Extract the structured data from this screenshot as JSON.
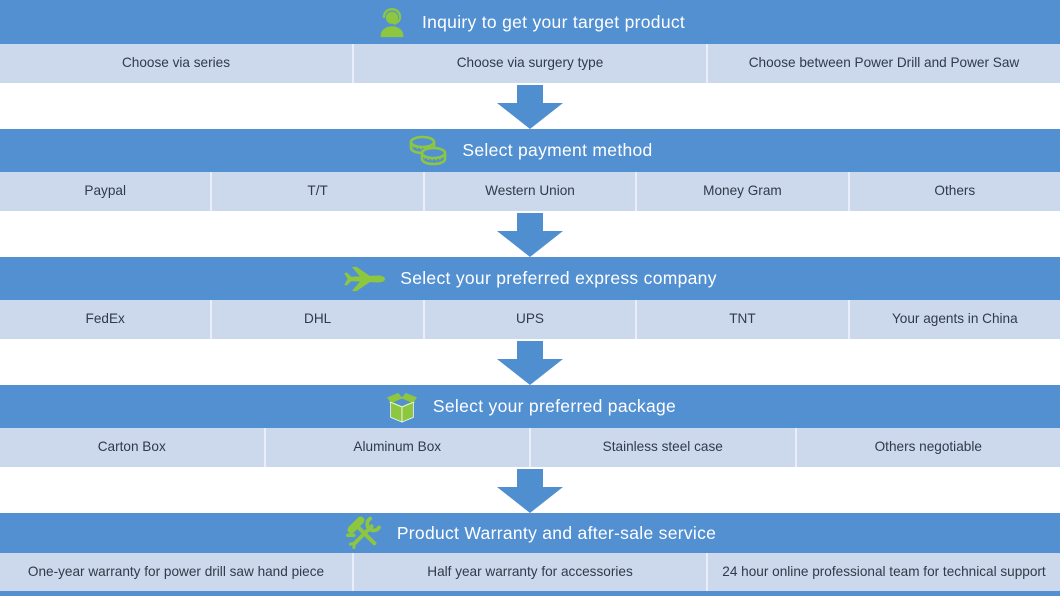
{
  "colors": {
    "header_blue": "#5290d2",
    "row_light": "#ccd9ec",
    "arrow_blue": "#4f8fd0",
    "icon_green": "#8dc63f",
    "divider": "#e9eff8",
    "cell_text": "#2f3a4a",
    "header_text": "#ffffff"
  },
  "sections": [
    {
      "title": "Inquiry to get your target product",
      "icon": "support-agent-icon",
      "options": [
        "Choose via series",
        "Choose via surgery type",
        "Choose between Power Drill and Power Saw"
      ]
    },
    {
      "title": "Select payment method",
      "icon": "coins-icon",
      "options": [
        "Paypal",
        "T/T",
        "Western Union",
        "Money Gram",
        "Others"
      ]
    },
    {
      "title": "Select your preferred express company",
      "icon": "airplane-icon",
      "options": [
        "FedEx",
        "DHL",
        "UPS",
        "TNT",
        "Your agents in China"
      ]
    },
    {
      "title": "Select your preferred package",
      "icon": "package-box-icon",
      "options": [
        "Carton Box",
        "Aluminum Box",
        "Stainless steel case",
        "Others negotiable"
      ]
    },
    {
      "title": "Product Warranty and after-sale service",
      "icon": "warranty-tools-icon",
      "options": [
        "One-year warranty for power drill saw hand piece",
        "Half year warranty for accessories",
        "24 hour online professional team for technical support"
      ]
    }
  ]
}
